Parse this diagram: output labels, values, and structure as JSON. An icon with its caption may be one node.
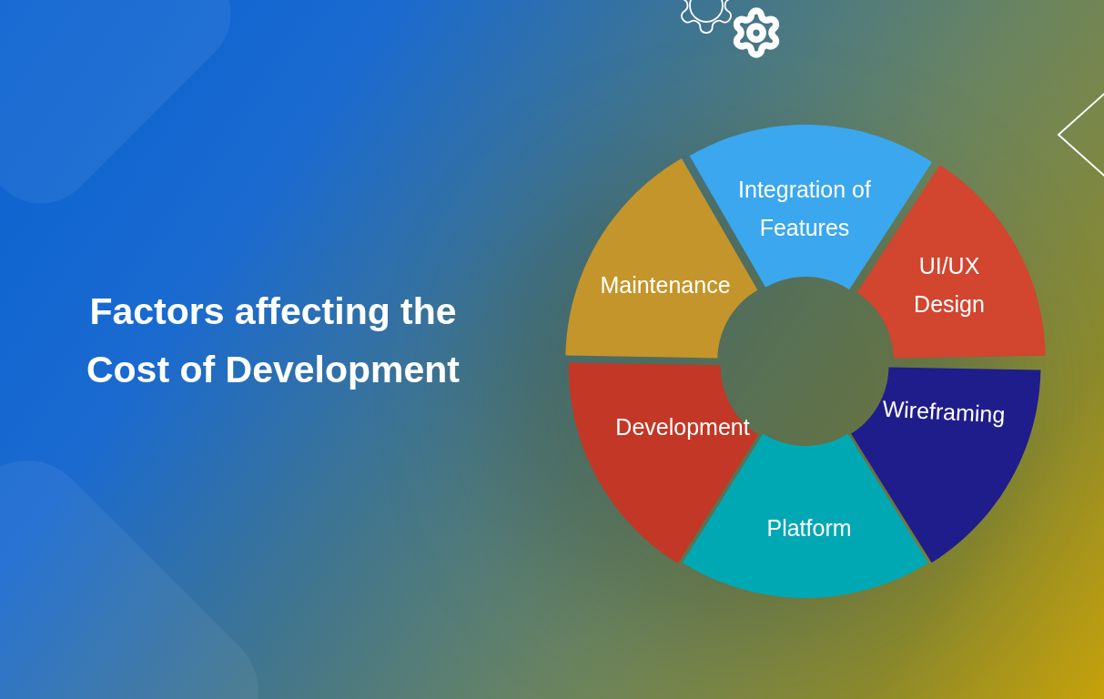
{
  "diagram": {
    "title": "Factors affecting the Cost of Development",
    "nodes": [
      {
        "text": [
          "Integration of Features"
        ]
      },
      {
        "text": [
          "UI/UX Design"
        ]
      },
      {
        "text": [
          "Wireframing"
        ]
      },
      {
        "text": [
          "Platform"
        ]
      },
      {
        "text": [
          "Development"
        ]
      },
      {
        "text": [
          "Maintenance"
        ]
      }
    ]
  }
}
